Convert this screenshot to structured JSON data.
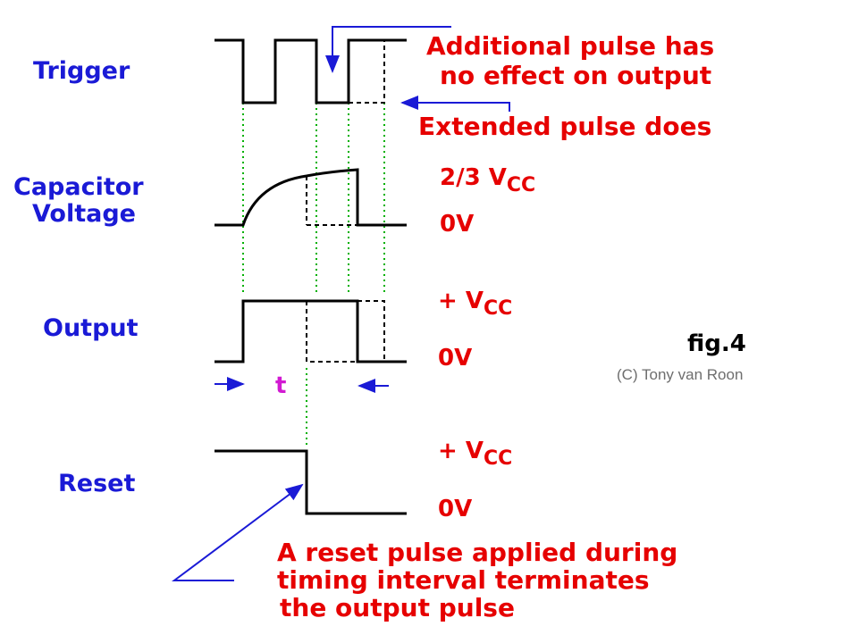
{
  "labels": {
    "trigger": "Trigger",
    "capacitor_line1": "Capacitor",
    "capacitor_line2": "Voltage",
    "output": "Output",
    "reset": "Reset"
  },
  "annotations": {
    "additional_line1": "Additional pulse has",
    "additional_line2": "no effect on output",
    "extended": "Extended pulse does",
    "reset_line1": "A reset pulse applied during",
    "reset_line2": "timing interval terminates",
    "reset_line3": "the output pulse"
  },
  "levels": {
    "cap_high": "2/3 V",
    "cap_high_sub": "CC",
    "cap_low": "0V",
    "out_high": "+ V",
    "out_high_sub": "CC",
    "out_low": "0V",
    "reset_high": "+ V",
    "reset_high_sub": "CC",
    "reset_low": "0V"
  },
  "timing_label": "t",
  "fig_label": "fig.4",
  "credit": "(C) Tony van Roon",
  "colors": {
    "label_blue": "#1a1ad6",
    "annotation_red": "#e60000",
    "guide_green": "#00b000",
    "timing_violet": "#d21ad2"
  }
}
